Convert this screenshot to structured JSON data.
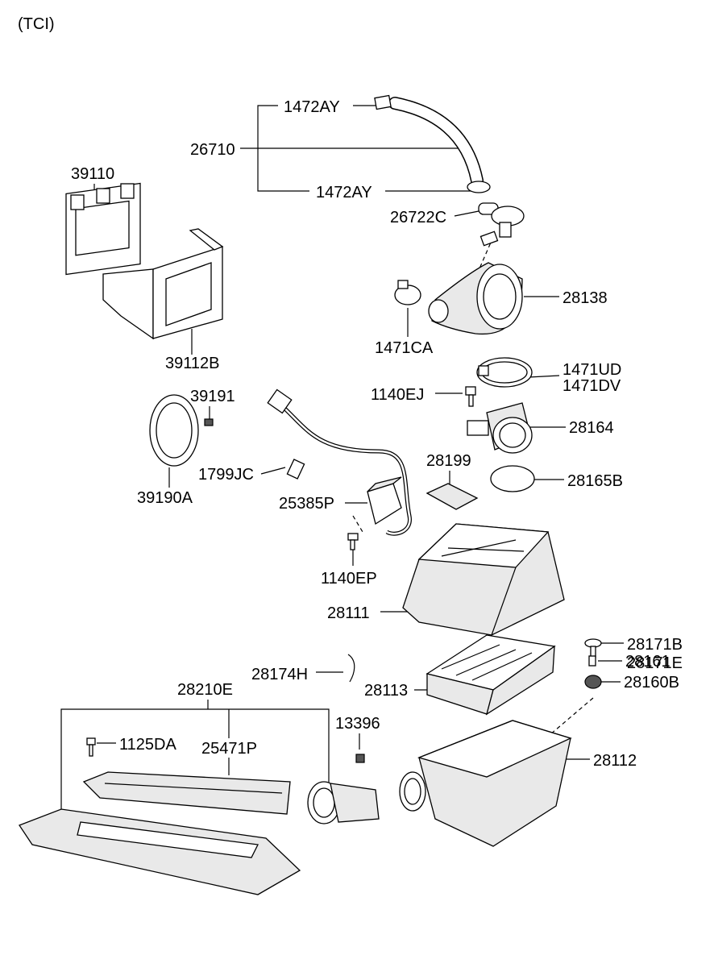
{
  "diagram": {
    "variant": "(TCI)",
    "labels": {
      "p1472AY_top": "1472AY",
      "p26710": "26710",
      "p1472AY_bottom": "1472AY",
      "p26722C": "26722C",
      "p39110": "39110",
      "p28138": "28138",
      "p1471CA": "1471CA",
      "p39112B": "39112B",
      "p1471UD": "1471UD",
      "p1471DV": "1471DV",
      "p39191": "39191",
      "p1140EJ": "1140EJ",
      "p28164": "28164",
      "p28199": "28199",
      "p1799JC": "1799JC",
      "p28165B": "28165B",
      "p39190A": "39190A",
      "p25385P": "25385P",
      "p1140EP": "1140EP",
      "p28111": "28111",
      "p28171B": "28171B",
      "p28171E": "28171E",
      "p28174H": "28174H",
      "p28161": "28161",
      "p28113": "28113",
      "p28160B": "28160B",
      "p28210E": "28210E",
      "p13396": "13396",
      "p1125DA": "1125DA",
      "p25471P": "25471P",
      "p28112": "28112"
    }
  }
}
